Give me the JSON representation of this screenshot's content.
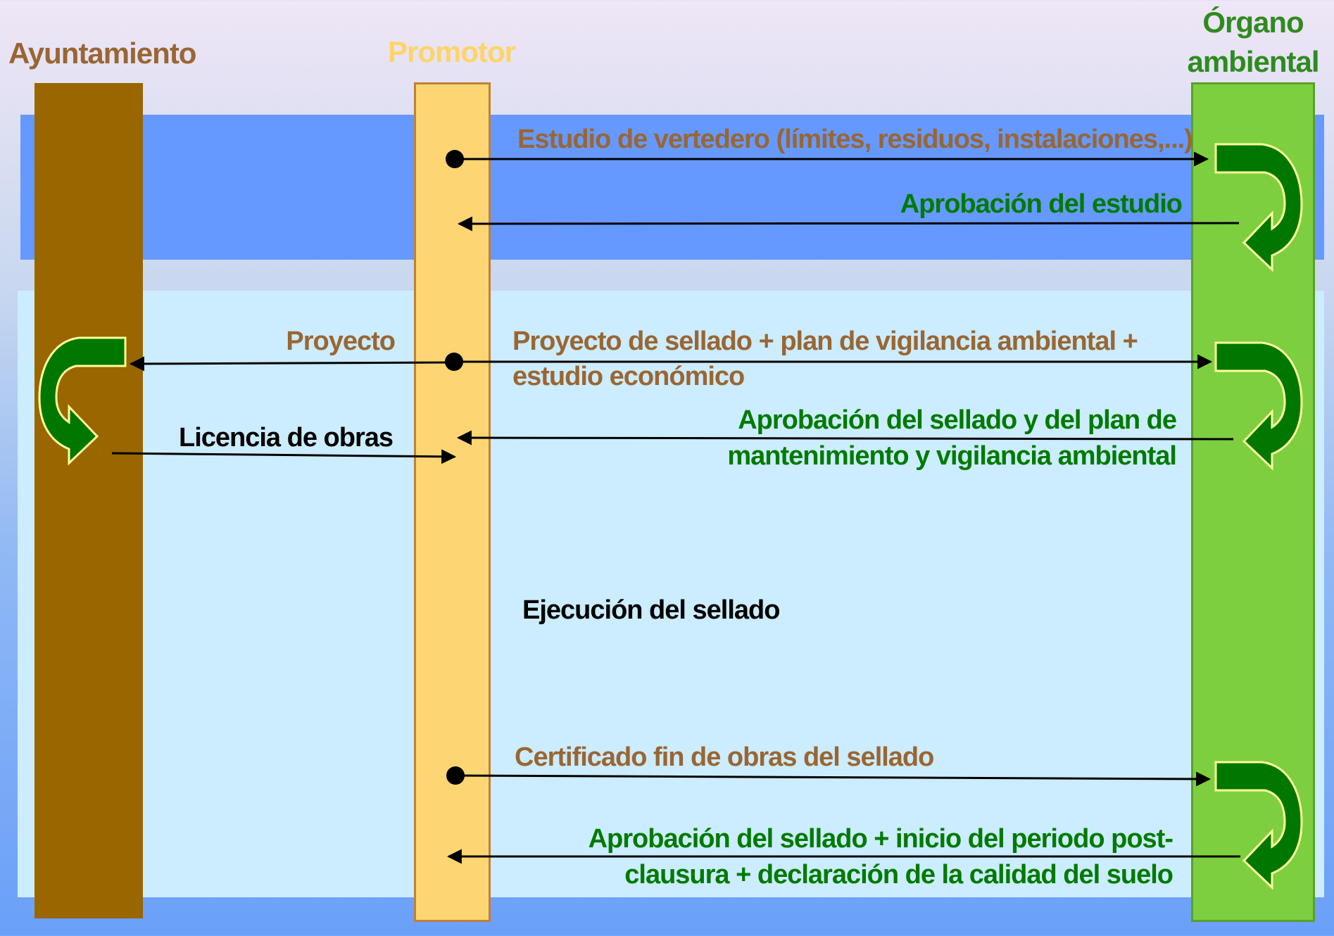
{
  "lanes": {
    "ayuntamiento": "Ayuntamiento",
    "promotor": "Promotor",
    "organo_line1": "Órgano",
    "organo_line2": "ambiental"
  },
  "messages": {
    "estudio": "Estudio de vertedero (límites, residuos, instalaciones,...)",
    "aprobacion_estudio": "Aprobación del estudio",
    "proyecto": "Proyecto",
    "proyecto_sellado_line1": "Proyecto de sellado + plan de vigilancia ambiental +",
    "proyecto_sellado_line2": "estudio económico",
    "aprobacion_sellado_line1": "Aprobación del sellado y del plan de",
    "aprobacion_sellado_line2": "mantenimiento y vigilancia ambiental",
    "licencia": "Licencia de obras",
    "ejecucion": "Ejecución del sellado",
    "certificado": "Certificado fin de obras del sellado",
    "aprobacion_final_line1": "Aprobación del sellado + inicio del periodo post-",
    "aprobacion_final_line2": "clausura + declaración de la calidad del suelo"
  },
  "colors": {
    "ayuntamiento": "#996600",
    "promotor": "#fdd673",
    "organo": "#7dcf3f",
    "band_top": "#6699ff",
    "band_main": "#ccecff",
    "text_brown": "#996633",
    "text_green": "#007a00",
    "curl_arrow": "#007700"
  },
  "icons": {
    "curl": "curved-process-arrow",
    "dot": "message-origin-dot"
  }
}
